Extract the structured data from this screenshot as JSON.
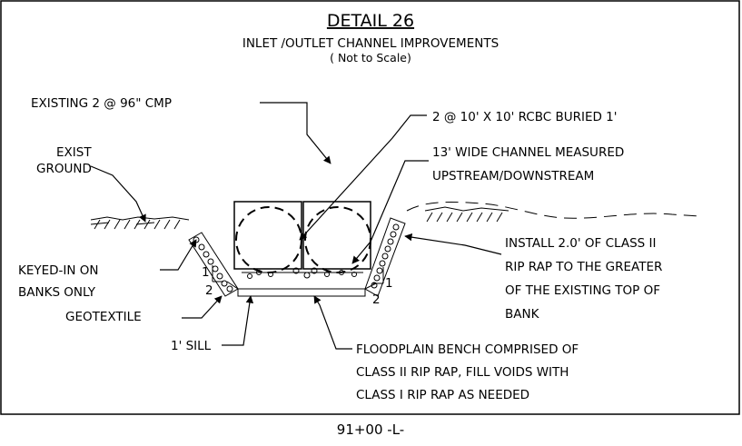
{
  "header": {
    "detail_title": "DETAIL 26",
    "subtitle": "INLET /OUTLET CHANNEL IMPROVEMENTS",
    "scale_note": "( Not to Scale)"
  },
  "callouts": {
    "existing_cmp": "EXISTING 2 @ 96\" CMP",
    "rcbc": "2 @ 10' X 10' RCBC BURIED 1'",
    "exist_ground_line1": "EXIST",
    "exist_ground_line2": "GROUND",
    "channel_width_line1": "13' WIDE CHANNEL MEASURED",
    "channel_width_line2": "UPSTREAM/DOWNSTREAM",
    "keyed_in_line1": "KEYED-IN ON",
    "keyed_in_line2": "BANKS ONLY",
    "geotextile": "GEOTEXTILE",
    "install_line1": "INSTALL 2.0' OF CLASS II",
    "install_line2": "RIP RAP TO THE GREATER",
    "install_line3": "OF THE EXISTING TOP OF",
    "install_line4": "BANK",
    "sill": "1' SILL",
    "floodplain_line1": "FLOODPLAIN BENCH COMPRISED OF",
    "floodplain_line2": "CLASS II RIP RAP, FILL VOIDS WITH",
    "floodplain_line3": "CLASS I RIP RAP AS NEEDED"
  },
  "slope": {
    "left_rise": "1",
    "left_run": "2",
    "right_rise": "1",
    "right_run": "2"
  },
  "station_label": "91+00 -L-"
}
